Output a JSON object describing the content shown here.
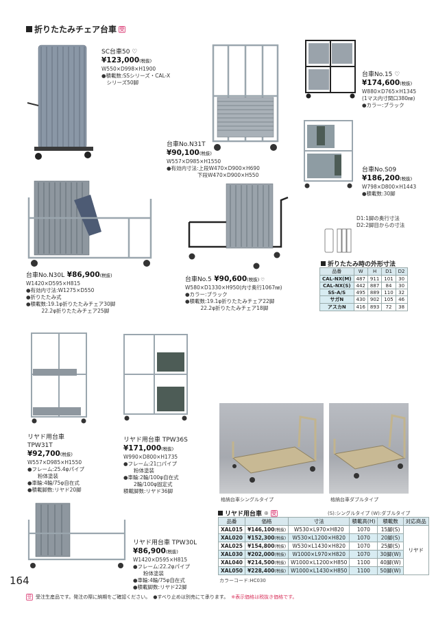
{
  "page": {
    "header": "折りたたみチェア台車",
    "page_number": "164",
    "footer": {
      "badge": "受",
      "note1": "受注生産品です。発注の際に納期をご確認ください。",
      "note2": "●すべり止めは別売にて承ります。",
      "note3": "※表示価格は税抜き価格です。"
    }
  },
  "products": [
    {
      "id": "sc50",
      "name": "SC台車50 ♡",
      "price": "¥123,000",
      "tax": "(税抜)",
      "lines": [
        "W550×D998×H1900",
        "●積載数:SSシリーズ・CAL-X",
        "　シリーズ50脚"
      ]
    },
    {
      "id": "n31t",
      "name": "台車No.N31T",
      "price": "¥90,100",
      "tax": "(税抜)",
      "lines": [
        "W557×D985×H1550",
        "●有効内寸法:上段W470×D900×H690",
        "　　　　　　下段W470×D900×H550"
      ]
    },
    {
      "id": "n15",
      "name": "台車No.15 ♡",
      "price": "¥174,600",
      "tax": "(税抜)",
      "lines": [
        "W880×D765×H1345",
        "(1マス内寸間口380㎜)",
        "●カラー:ブラック"
      ]
    },
    {
      "id": "s09",
      "name": "台車No.S09",
      "price": "¥186,200",
      "tax": "(税抜)",
      "lines": [
        "W798×D800×H1443",
        "●積載数:30脚"
      ]
    },
    {
      "id": "n30l",
      "name": "台車No.N30L",
      "price": "¥86,900",
      "tax": "(税抜)",
      "lines": [
        "W1420×D595×H815",
        "●有効内寸法:W1275×D550",
        "●折りたたみ式",
        "●積載数:19.1φ折りたたみチェア30脚",
        "　　　22.2φ折りたたみチェア25脚"
      ]
    },
    {
      "id": "n5",
      "name": "台車No.5",
      "price": "¥90,600",
      "tax": "(税抜) ♡",
      "lines": [
        "W580×D1330×H950(内寸奥行1067㎜)",
        "●カラー:ブラック",
        "●積載数:19.1φ折りたたみチェア22脚",
        "　　　22.2φ折りたたみチェア18脚"
      ]
    },
    {
      "id": "tpw31t",
      "name": "リヤド用台車",
      "name2": "TPW31T",
      "price": "¥92,700",
      "tax": "(税抜)",
      "lines": [
        "W557×D985×H1550",
        "●フレーム:25.4φパイプ",
        "　　粉体塗装",
        "●車輪:4輪/75φ自在式",
        "●積載脚数:リヤド20脚"
      ]
    },
    {
      "id": "tpw36s",
      "name": "リヤド用台車 TPW36S",
      "price": "¥171,000",
      "tax": "(税抜)",
      "lines": [
        "W990×D800×H1735",
        "●フレーム:21□パイプ",
        "　　粉体塗装",
        "●車輪:2輪/100φ自在式",
        "　　2輪/100φ固定式",
        "積載脚数:リヤド36脚"
      ]
    },
    {
      "id": "tpw30l",
      "name": "リヤド用台車 TPW30L",
      "price": "¥86,900",
      "tax": "(税抜)",
      "lines": [
        "W1420×D595×H815",
        "●フレーム:22.2φパイプ",
        "　　粉体塗装",
        "●車輪:4輪/75φ自在式",
        "●積載脚数:リヤド22脚"
      ]
    }
  ],
  "folded": {
    "note1": "D1:1脚の奥行寸法",
    "note2": "D2:2脚目からの寸法",
    "title": "折りたたみ時の外形寸法",
    "headers": [
      "品番",
      "W",
      "H",
      "D1",
      "D2"
    ],
    "rows": [
      [
        "CAL-NX(M)",
        "487",
        "911",
        "101",
        "30"
      ],
      [
        "CAL-NX(S)",
        "442",
        "887",
        "84",
        "30"
      ],
      [
        "SS-A/S",
        "495",
        "889",
        "110",
        "32"
      ],
      [
        "サガN",
        "430",
        "902",
        "105",
        "46"
      ],
      [
        "アスカN",
        "416",
        "893",
        "72",
        "38"
      ]
    ]
  },
  "photos": {
    "single": "格納台車シングルタイプ",
    "double": "格納台車ダブルタイプ"
  },
  "riyado": {
    "title": "リヤド用台車",
    "legend": "(S):シングルタイプ (W):ダブルタイプ",
    "headers": [
      "品番",
      "価格",
      "寸法",
      "積載高(H)",
      "積載数",
      "対応商品"
    ],
    "tax": "(税抜)",
    "rows": [
      [
        "XAL015",
        "¥146,100",
        "W530×L970×H820",
        "1070",
        "15脚(S)"
      ],
      [
        "XAL020",
        "¥152,300",
        "W530×L1200×H820",
        "1070",
        "20脚(S)"
      ],
      [
        "XAL025",
        "¥154,800",
        "W530×L1430×H820",
        "1070",
        "25脚(S)"
      ],
      [
        "XAL030",
        "¥202,000",
        "W1000×L970×H820",
        "1070",
        "30脚(W)"
      ],
      [
        "XAL040",
        "¥214,500",
        "W1000×L1200×H850",
        "1100",
        "40脚(W)"
      ],
      [
        "XAL050",
        "¥228,400",
        "W1000×L1430×H850",
        "1100",
        "50脚(W)"
      ]
    ],
    "compat": "リヤド",
    "color_code": "カラーコード:HC030"
  },
  "colors": {
    "accent_pink": "#e05a8a",
    "table_blue": "#d8ecf2",
    "header_blue": "#d8e8ee"
  }
}
